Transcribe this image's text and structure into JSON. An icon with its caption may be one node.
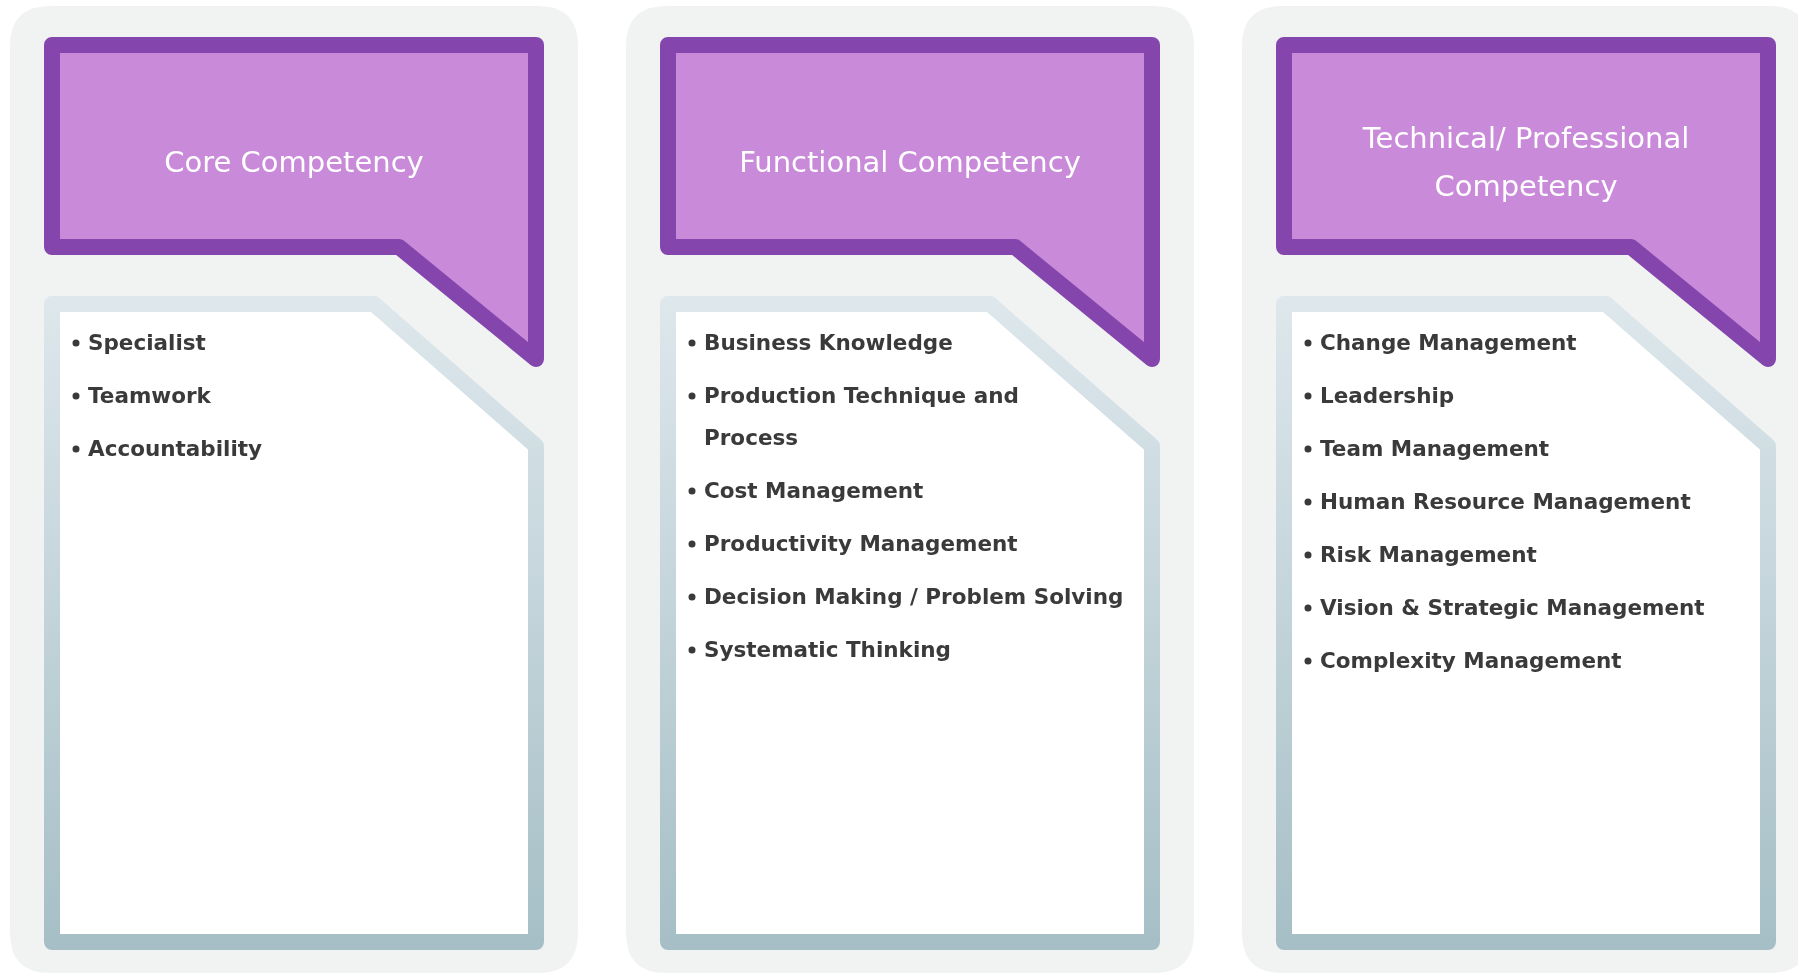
{
  "diagram": {
    "nodes": [
      {
        "text": [
          "Core Competency"
        ]
      },
      {
        "text": [
          "Specialist",
          "Teamwork",
          "Accountability"
        ]
      },
      {
        "text": [
          "Functional Competency"
        ]
      },
      {
        "text": [
          "Business Knowledge",
          "Production Technique and Process",
          "Cost Management",
          "Productivity Management",
          "Decision Making / Problem Solving",
          "Systematic Thinking"
        ]
      },
      {
        "text": [
          "Technical/ Professional Competency"
        ]
      },
      {
        "text": [
          "Change Management",
          "Leadership",
          "Team Management",
          "Human Resource Management",
          "Risk Management",
          "Vision & Strategic Management",
          "Complexity Management"
        ]
      }
    ],
    "edges": []
  }
}
